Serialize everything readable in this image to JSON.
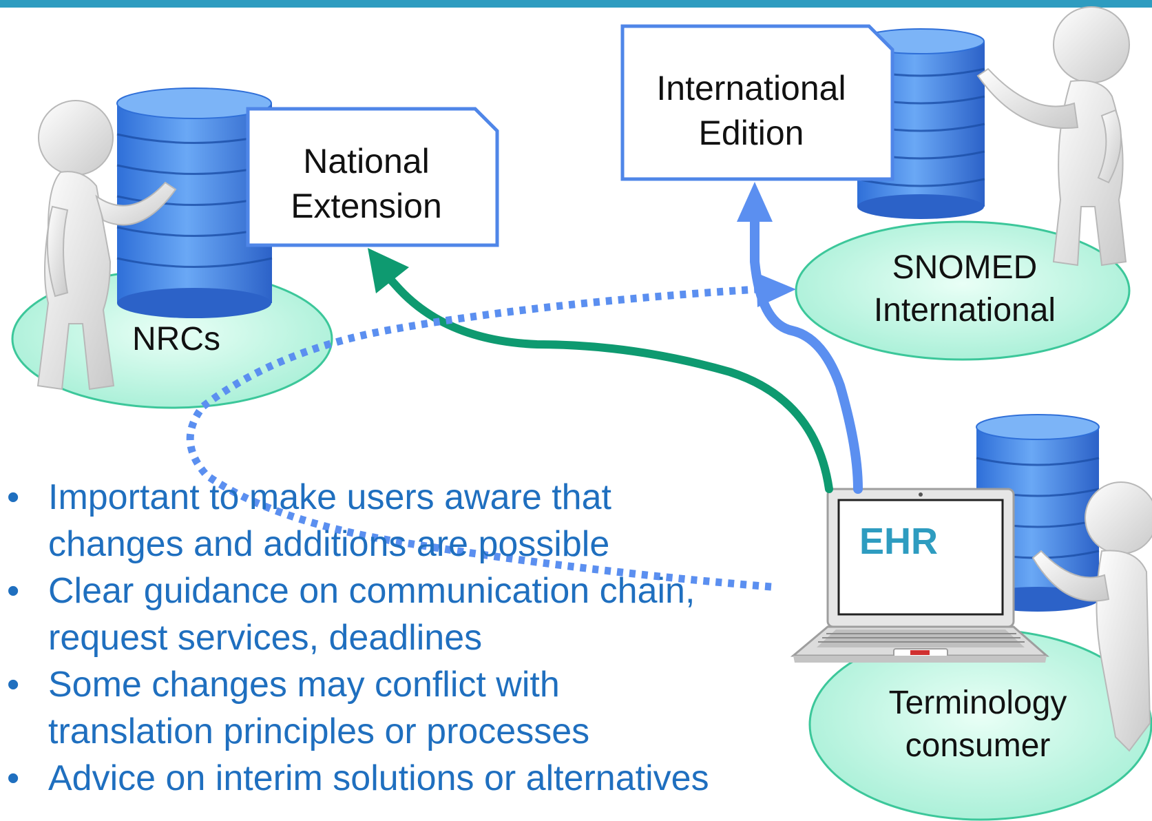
{
  "documents": {
    "national_extension": [
      "National",
      "Extension"
    ],
    "international_edition": [
      "International",
      "Edition"
    ]
  },
  "actors": {
    "nrcs": "NRCs",
    "snomed": [
      "SNOMED",
      "International"
    ],
    "consumer": [
      "Terminology",
      "consumer"
    ]
  },
  "laptop": {
    "screen_text": "EHR"
  },
  "bullets": [
    {
      "lines": [
        "Important to make users aware that",
        "changes and additions are possible"
      ]
    },
    {
      "lines": [
        "Clear guidance on communication chain,",
        "request services, deadlines"
      ]
    },
    {
      "lines": [
        "Some changes may conflict with",
        "translation principles or processes"
      ]
    },
    {
      "lines": [
        "Advice on interim solutions or alternatives"
      ]
    }
  ],
  "bullet_symbol": "•",
  "colors": {
    "header_bar": "#2e9cc0",
    "ellipse_fill": "#bdf3e0",
    "ellipse_stroke": "#3cc79a",
    "database": "#4f8fe6",
    "doc_border": "#4f86e8",
    "green_arrow": "#0e9a70",
    "blue_arrow": "#5b8ff0",
    "bullet_text": "#1f6fbf",
    "ehr_text": "#2e9cc0"
  }
}
